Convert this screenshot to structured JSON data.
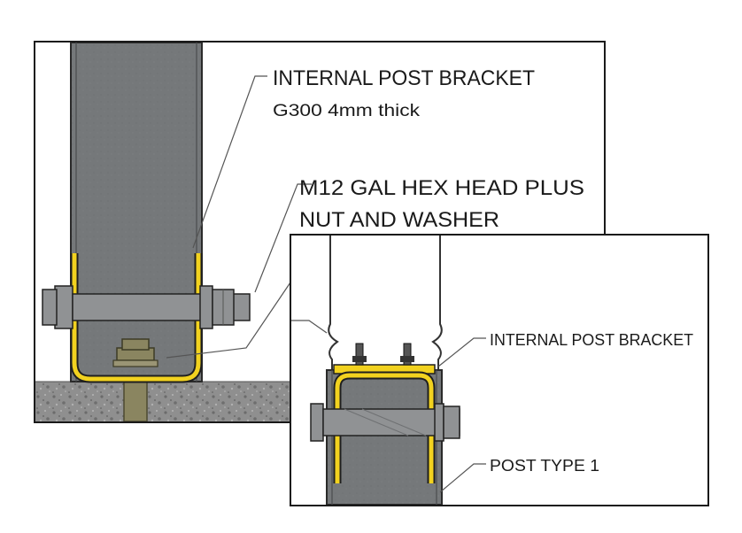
{
  "main_detail": {
    "bracket_label_line1": "INTERNAL POST BRACKET",
    "bracket_label_line2": "G300 4mm thick",
    "bolt_label_line1": "M12 GAL HEX HEAD PLUS",
    "bolt_label_line2": "NUT AND WASHER"
  },
  "inset_detail": {
    "bracket_label": "INTERNAL POST BRACKET",
    "post_label": "POST TYPE 1"
  },
  "colors": {
    "post": "#75787a",
    "post_edge": "#4a4c4e",
    "bracket": "#f2d21f",
    "bolt": "#909294",
    "concrete": "#8e8e8e",
    "anchor": "#8a8560",
    "line": "#1a1a1a"
  }
}
